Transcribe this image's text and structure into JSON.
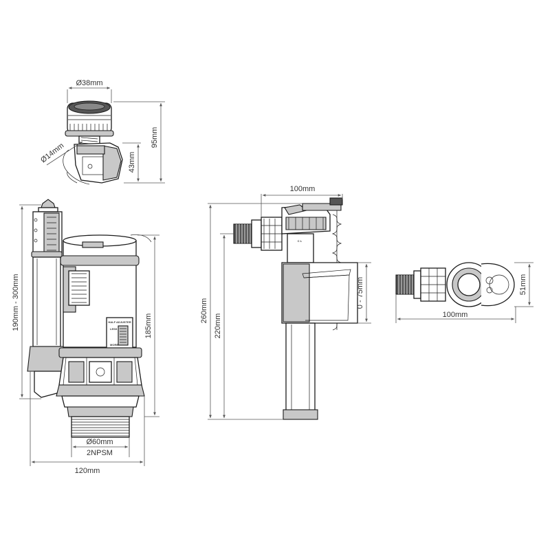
{
  "dimensions": {
    "button_diameter": "Ø38mm",
    "pipe_diameter": "Ø14mm",
    "button_height": "95mm",
    "button_lower_height": "43mm",
    "overflow_range": "190mm - 300mm",
    "valve_height": "185mm",
    "outlet_diameter": "Ø60mm",
    "outlet_thread": "2NPSM",
    "valve_width": "120mm",
    "fill_width": "100mm",
    "fill_height_total": "260mm",
    "fill_height_inner": "220mm",
    "float_range": "0 - 75mm",
    "top_width": "100mm",
    "top_depth": "51mm"
  },
  "labels": {
    "half_adjuster": "HALF ADJUSTER",
    "less": "LESS",
    "more": "MORE"
  },
  "colors": {
    "line": "#1a1a1a",
    "dimension": "#555555",
    "fill_grey": "#c8c8c8"
  }
}
